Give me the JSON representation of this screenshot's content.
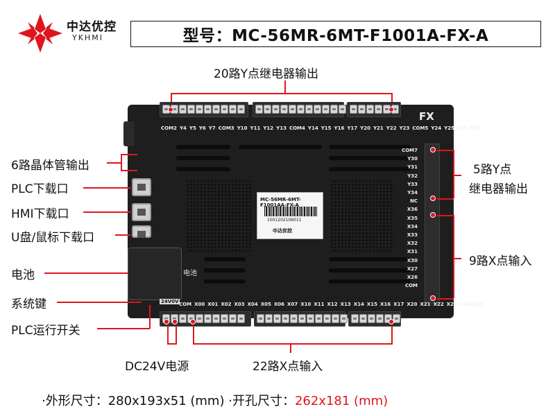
{
  "brand": {
    "name_cn": "中达优控",
    "name_en": "YKHMI",
    "accent": "#e0141f"
  },
  "title": "型号：MC-56MR-6MT-F1001A-FX-A",
  "callouts": {
    "top_outputs": "20路Y点继电器输出",
    "transistor": "6路晶体管输出",
    "plc_download": "PLC下载口",
    "hmi_download": "HMI下载口",
    "usb_mouse": "U盘/鼠标下载口",
    "battery": "电池",
    "system_key": "系统键",
    "run_switch": "PLC运行开关",
    "dc24v": "DC24V电源",
    "x_inputs_22": "22路X点输入",
    "relay_5_line1": "5路Y点",
    "relay_5_line2": "继电器输出",
    "x_inputs_9": "9路X点输入"
  },
  "device": {
    "fx_label": "FX",
    "sticker_model": "MC-56MR-6MT-F1001AA-FX-A",
    "sticker_serial": "1001202106011",
    "sticker_brand": "中达优控",
    "battery_label": "电池",
    "v24_label": "24V0V",
    "top_labels": [
      "COM2",
      "Y4",
      "Y5",
      "Y6",
      "Y7",
      "COM3",
      "Y10",
      "Y11",
      "Y12",
      "Y13",
      "COM4",
      "Y14",
      "Y15",
      "Y16",
      "Y17",
      "Y20",
      "Y21",
      "Y22",
      "Y23",
      "COM5",
      "Y24",
      "Y25",
      "Y26",
      "Y27"
    ],
    "bottom_labels": [
      "COM",
      "X00",
      "X01",
      "X02",
      "X03",
      "X04",
      "X05",
      "X06",
      "X07",
      "X10",
      "X11",
      "X12",
      "X13",
      "X14",
      "X15",
      "X16",
      "X17",
      "X20",
      "X21",
      "X22",
      "X23",
      "X24",
      "X25"
    ],
    "right_labels": [
      "COM7",
      "Y30",
      "Y31",
      "Y32",
      "Y33",
      "Y34",
      "NC",
      "X36",
      "X35",
      "X34",
      "",
      "X33",
      "X32",
      "X31",
      "X30",
      "X27",
      "X26",
      "COM"
    ]
  },
  "footer": {
    "prefix": "·外形尺寸：",
    "outer_size": "280x193x51 (mm)",
    "mid": " ·开孔尺寸：",
    "cutout_size": "262x181 (mm)"
  }
}
